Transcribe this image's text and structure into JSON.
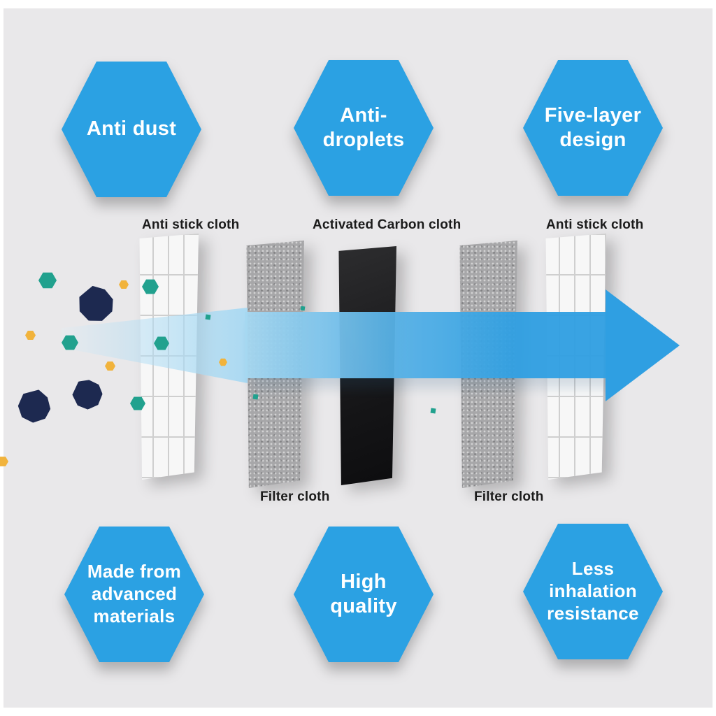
{
  "colors": {
    "page_bg": "#ffffff",
    "panel_bg": "#e9e8ea",
    "hexagon_blue": "#2ba1e3",
    "arrow_blue": "#2f9fe2",
    "arrow_light": "#a6d8f1",
    "carbon_black": "#151517",
    "filter_gray": "#a7a7a9",
    "grid_line": "#cfcfcf",
    "particle_navy": "#1d2950",
    "particle_teal": "#21a18e",
    "particle_yellow": "#f1b33c",
    "label_text": "#1b1b1b"
  },
  "features_top": [
    {
      "label": "Anti dust"
    },
    {
      "label": "Anti-\ndroplets"
    },
    {
      "label": "Five-layer\ndesign"
    }
  ],
  "features_bottom": [
    {
      "label": "Made from\nadvanced\nmaterials"
    },
    {
      "label": "High\nquality"
    },
    {
      "label": "Less\ninhalation\nresistance"
    }
  ],
  "layers": [
    {
      "name": "Anti stick cloth",
      "material": "anti-stick-grid",
      "label_position": "top"
    },
    {
      "name": "Filter cloth",
      "material": "filter-cloth-gray",
      "label_position": "bottom"
    },
    {
      "name": "Activated Carbon cloth",
      "material": "activated-carbon",
      "label_position": "top"
    },
    {
      "name": "Filter cloth",
      "material": "filter-cloth-gray",
      "label_position": "bottom"
    },
    {
      "name": "Anti stick cloth",
      "material": "anti-stick-grid",
      "label_position": "top"
    }
  ]
}
